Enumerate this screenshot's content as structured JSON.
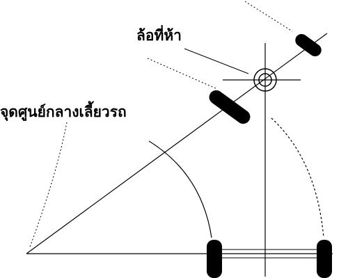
{
  "diagram": {
    "labels": {
      "fifth_wheel": "ล้อที่ห้า",
      "turning_center": "จุดศูนย์กลางเลี้ยวรถ"
    },
    "colors": {
      "line": "#000000",
      "tire": "#000000",
      "background": "#ffffff"
    },
    "elements": {
      "tires": [
        "front-left",
        "front-right",
        "rear-left",
        "rear-right"
      ],
      "coupling_icon": "target-circle-icon"
    }
  }
}
